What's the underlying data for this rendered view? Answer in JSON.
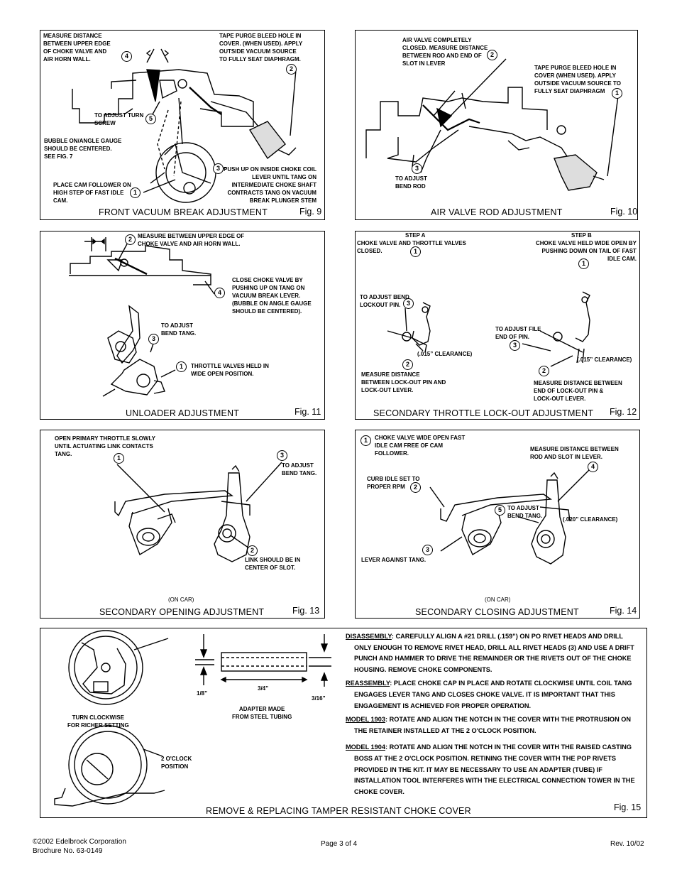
{
  "figures": {
    "fig9": {
      "caption": "FRONT VACUUM BREAK ADJUSTMENT",
      "fig": "Fig. 9",
      "notes": {
        "n1": "MEASURE DISTANCE\nBETWEEN UPPER EDGE\nOF CHOKE VALVE AND\nAIR HORN WALL.",
        "n2": "TAPE PURGE BLEED HOLE IN\nCOVER. (WHEN USED). APPLY\nOUTSIDE VACUUM SOURCE\nTO FULLY SEAT DIAPHRAGM.",
        "n3": "TO ADJUST TURN\nSCREW",
        "n4": "BUBBLE ON/ANGLE GAUGE\nSHOULD BE CENTERED.\nSEE FIG. 7",
        "n5": "PUSH UP ON INSIDE CHOKE COIL\nLEVER UNTIL TANG ON\nINTERMEDIATE CHOKE SHAFT\nCONTRACTS TANG ON VACUUM\nBREAK PLUNGER STEM",
        "n6": "PLACE CAM FOLLOWER ON\nHIGH STEP OF FAST IDLE\nCAM."
      },
      "markers": [
        "4",
        "2",
        "5",
        "3",
        "1"
      ]
    },
    "fig10": {
      "caption": "AIR VALVE ROD ADJUSTMENT",
      "fig": "Fig. 10",
      "notes": {
        "n1": "AIR VALVE COMPLETELY\nCLOSED. MEASURE DISTANCE\nBETWEEN ROD AND END OF\nSLOT IN LEVER",
        "n2": "TAPE PURGE BLEED HOLE IN\nCOVER (WHEN USED). APPLY\nOUTSIDE VACUUM SOURCE TO\nFULLY SEAT DIAPHRAGM",
        "n3": "TO ADJUST\nBEND ROD"
      },
      "markers": [
        "2",
        "1",
        "3"
      ]
    },
    "fig11": {
      "caption": "UNLOADER ADJUSTMENT",
      "fig": "Fig. 11",
      "notes": {
        "n1": "MEASURE BETWEEN UPPER EDGE OF\nCHOKE VALVE AND AIR HORN WALL.",
        "n2": "CLOSE CHOKE VALVE BY\nPUSHING UP ON TANG ON\nVACUUM BREAK LEVER.\n(BUBBLE ON ANGLE GAUGE\nSHOULD BE CENTERED).",
        "n3": "TO ADJUST\nBEND TANG.",
        "n4": "THROTTLE VALVES HELD IN\nWIDE OPEN POSITION."
      },
      "markers": [
        "2",
        "4",
        "3",
        "1"
      ]
    },
    "fig12": {
      "caption": "SECONDARY THROTTLE LOCK-OUT ADJUSTMENT",
      "fig": "Fig. 12",
      "notes": {
        "stepA": "STEP A",
        "n1": "CHOKE VALVE AND THROTTLE VALVES\nCLOSED.",
        "stepB": "STEP B",
        "n2": "CHOKE VALVE HELD WIDE OPEN BY\nPUSHING DOWN ON TAIL OF FAST\nIDLE CAM.",
        "n3": "TO ADJUST BEND\nLOCKOUT PIN.",
        "n4": "TO ADJUST FILE\nEND OF PIN.",
        "n5": "(.015” CLEARANCE)",
        "n6": "(.015” CLEARANCE)",
        "n7": "MEASURE DISTANCE\nBETWEEN LOCK-OUT PIN AND\nLOCK-OUT LEVER.",
        "n8": "MEASURE DISTANCE BETWEEN\nEND OF LOCK-OUT PIN &\nLOCK-OUT LEVER."
      },
      "markers": [
        "1",
        "1",
        "3",
        "3",
        "2",
        "2"
      ]
    },
    "fig13": {
      "caption": "SECONDARY OPENING ADJUSTMENT",
      "fig": "Fig. 13",
      "notes": {
        "n1": "OPEN PRIMARY THROTTLE SLOWLY\nUNTIL ACTUATING LINK CONTACTS\nTANG.",
        "n2": "TO ADJUST\nBEND TANG.",
        "n3": "LINK SHOULD BE IN\nCENTER OF SLOT.",
        "n4": "(ON CAR)"
      },
      "markers": [
        "1",
        "3",
        "2"
      ]
    },
    "fig14": {
      "caption": "SECONDARY CLOSING ADJUSTMENT",
      "fig": "Fig. 14",
      "notes": {
        "n1": "CHOKE VALVE WIDE OPEN FAST\nIDLE CAM FREE OF CAM\nFOLLOWER.",
        "n2": "MEASURE DISTANCE BETWEEN\nROD AND SLOT IN LEVER.",
        "n3": "CURB IDLE SET TO\nPROPER RPM",
        "n4": "TO ADJUST\nBEND TANG.",
        "n5": "(.020” CLEARANCE)",
        "n6": "LEVER AGAINST TANG.",
        "n7": "(ON CAR)"
      },
      "markers": [
        "1",
        "4",
        "2",
        "5",
        "3"
      ]
    },
    "fig15": {
      "caption": "REMOVE & REPLACING TAMPER RESISTANT CHOKE COVER",
      "fig": "Fig. 15",
      "notes": {
        "n1": "TURN CLOCKWISE\nFOR RICHER SETTING",
        "n2": "2 O'CLOCK\nPOSITION",
        "n3": "1/8”",
        "n4": "3/4”",
        "n5": "3/16”",
        "n6": "ADAPTER MADE\nFROM STEEL TUBING"
      },
      "paragraphs": [
        {
          "head": "DISASSEMBLY",
          "text": ":  CAREFULLY ALIGN A #21 DRILL (.159”) ON PO RIVET HEADS AND DRILL ONLY ENOUGH TO REMOVE RIVET HEAD, DRILL ALL RIVET HEADS (3) AND USE A DRIFT PUNCH AND HAMMER TO DRIVE THE REMAINDER OR THE RIVETS OUT OF THE CHOKE HOUSING. REMOVE CHOKE COMPONENTS."
        },
        {
          "head": "REASSEMBLY",
          "text": ":  PLACE CHOKE CAP IN PLACE AND ROTATE CLOCKWISE UNTIL COIL TANG ENGAGES LEVER TANG AND CLOSES CHOKE VALVE.  IT IS IMPORTANT THAT THIS ENGAGEMENT IS ACHIEVED FOR PROPER OPERATION."
        },
        {
          "head": "MODEL 1903",
          "text": ":  ROTATE AND ALIGN THE NOTCH IN THE COVER WITH THE PROTRUSION ON THE RETAINER INSTALLED AT THE 2 O'CLOCK POSITION."
        },
        {
          "head": "MODEL 1904",
          "text": ":  ROTATE AND ALIGN THE NOTCH IN THE COVER WITH THE RAISED CASTING BOSS AT THE 2 O'CLOCK POSITION.  RETINING THE COVER WITH THE POP RIVETS PROVIDED IN THE KIT. IT MAY BE NECESSARY TO USE AN ADAPTER (TUBE) IF INSTALLATION TOOL INTERFERES WITH THE ELECTRICAL CONNECTION TOWER IN THE CHOKE COVER."
        }
      ]
    }
  },
  "footer": {
    "left": "©2002 Edelbrock Corporation\nBrochure No. 63-0149",
    "center": "Page 3 of 4",
    "right": "Rev. 10/02"
  }
}
